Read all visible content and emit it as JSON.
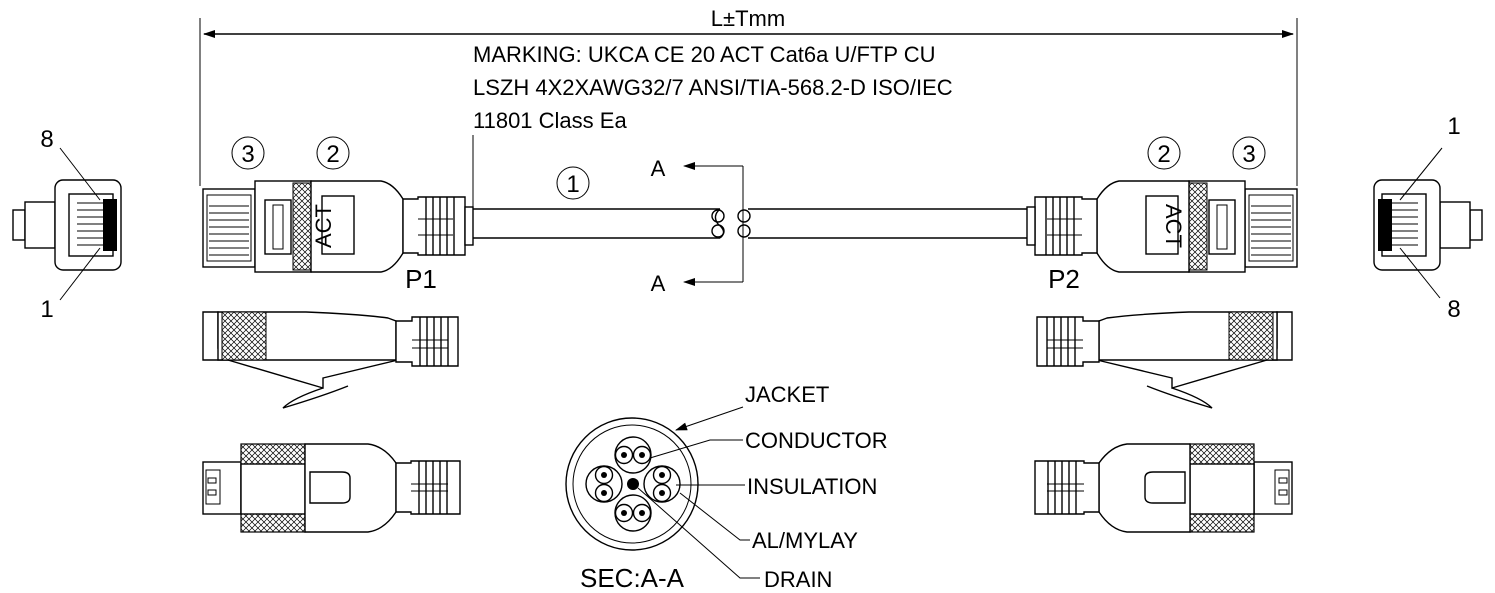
{
  "dimension": "L±Tmm",
  "marking": [
    "MARKING: UKCA CE 20 ACT Cat6a U/FTP CU",
    "LSZH 4X2XAWG32/7 ANSI/TIA-568.2-D ISO/IEC",
    "11801 Class Ea"
  ],
  "callouts": {
    "cable": "1",
    "boot": "2",
    "plug": "3"
  },
  "boot_logo": "ACT",
  "plug_labels": {
    "left": "P1",
    "right": "P2"
  },
  "section_marker": "A",
  "pin_labels": {
    "left_top": "8",
    "left_bottom": "1",
    "right_top": "1",
    "right_bottom": "8"
  },
  "section": {
    "title": "SEC:A-A",
    "labels": [
      "JACKET",
      "CONDUCTOR",
      "INSULATION",
      "AL/MYLAY",
      "DRAIN"
    ]
  }
}
